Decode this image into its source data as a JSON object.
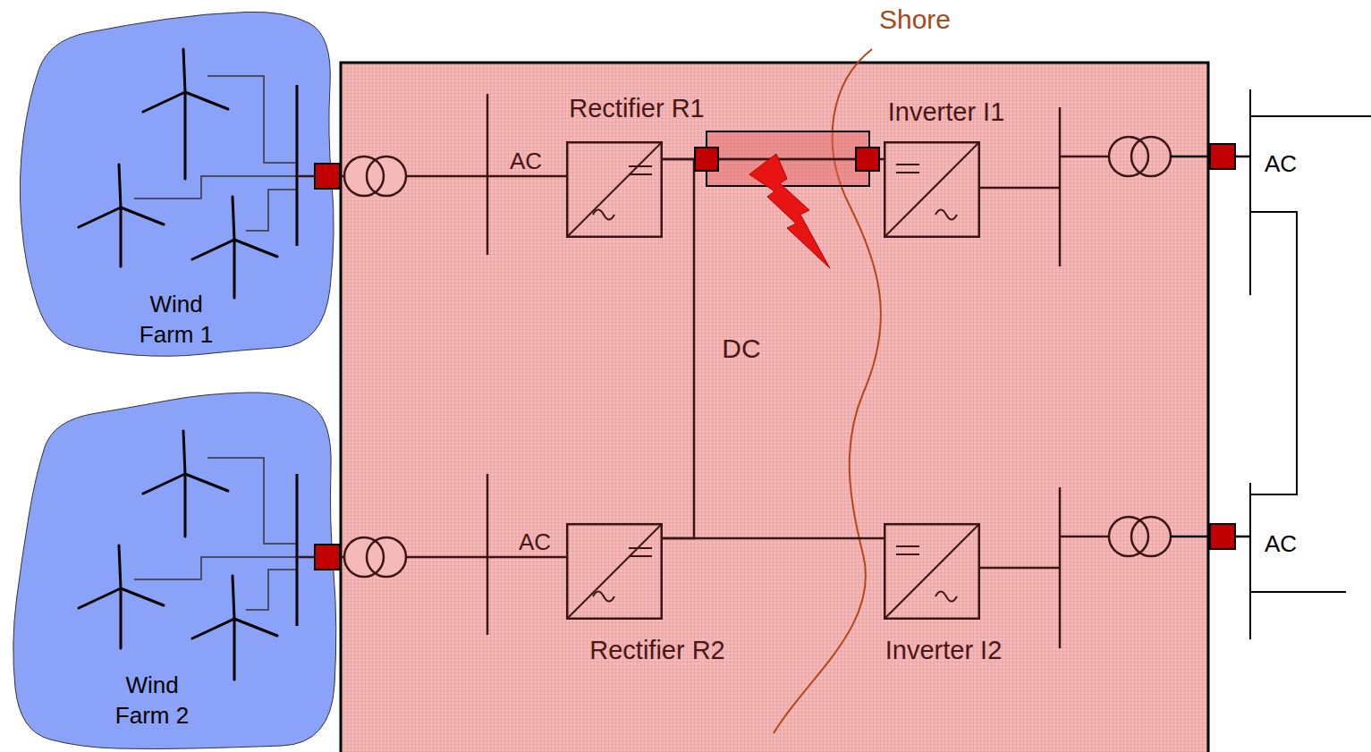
{
  "diagram": {
    "nodes": [
      {
        "text": [
          "Wind Farm 1"
        ]
      },
      {
        "text": [
          "Rectifier R1"
        ]
      },
      {
        "text": [
          "Inverter I1"
        ]
      },
      {
        "text": [
          "Wind Farm 2"
        ]
      },
      {
        "text": [
          "Rectifier R2"
        ]
      },
      {
        "text": [
          "Inverter I2"
        ]
      }
    ],
    "edges": [
      {
        "from": 0,
        "to": 1,
        "arrow": "none"
      },
      {
        "from": 1,
        "to": 2,
        "arrow": "none"
      },
      {
        "from": 1,
        "to": 4,
        "arrow": "none"
      },
      {
        "from": 3,
        "to": 4,
        "arrow": "none"
      },
      {
        "from": 4,
        "to": 5,
        "arrow": "none"
      }
    ],
    "labels": [
      "Shore",
      "AC",
      "AC",
      "DC",
      "AC",
      "AC"
    ]
  }
}
